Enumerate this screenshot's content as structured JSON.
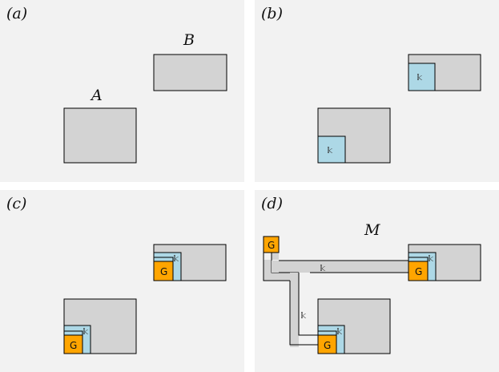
{
  "panels": {
    "a": {
      "label": "(a)",
      "rect_a_label": "A",
      "rect_b_label": "B"
    },
    "b": {
      "label": "(b)"
    },
    "c": {
      "label": "(c)"
    },
    "d": {
      "label": "(d)",
      "m_label": "M"
    }
  },
  "glyphs": {
    "k": "𝕜",
    "g": "G"
  },
  "colors": {
    "panel_bg": "#f2f2f2",
    "rect_fill": "#d3d3d3",
    "k_fill": "#add8e6",
    "g_fill": "#ffa500",
    "stroke": "#000000"
  }
}
